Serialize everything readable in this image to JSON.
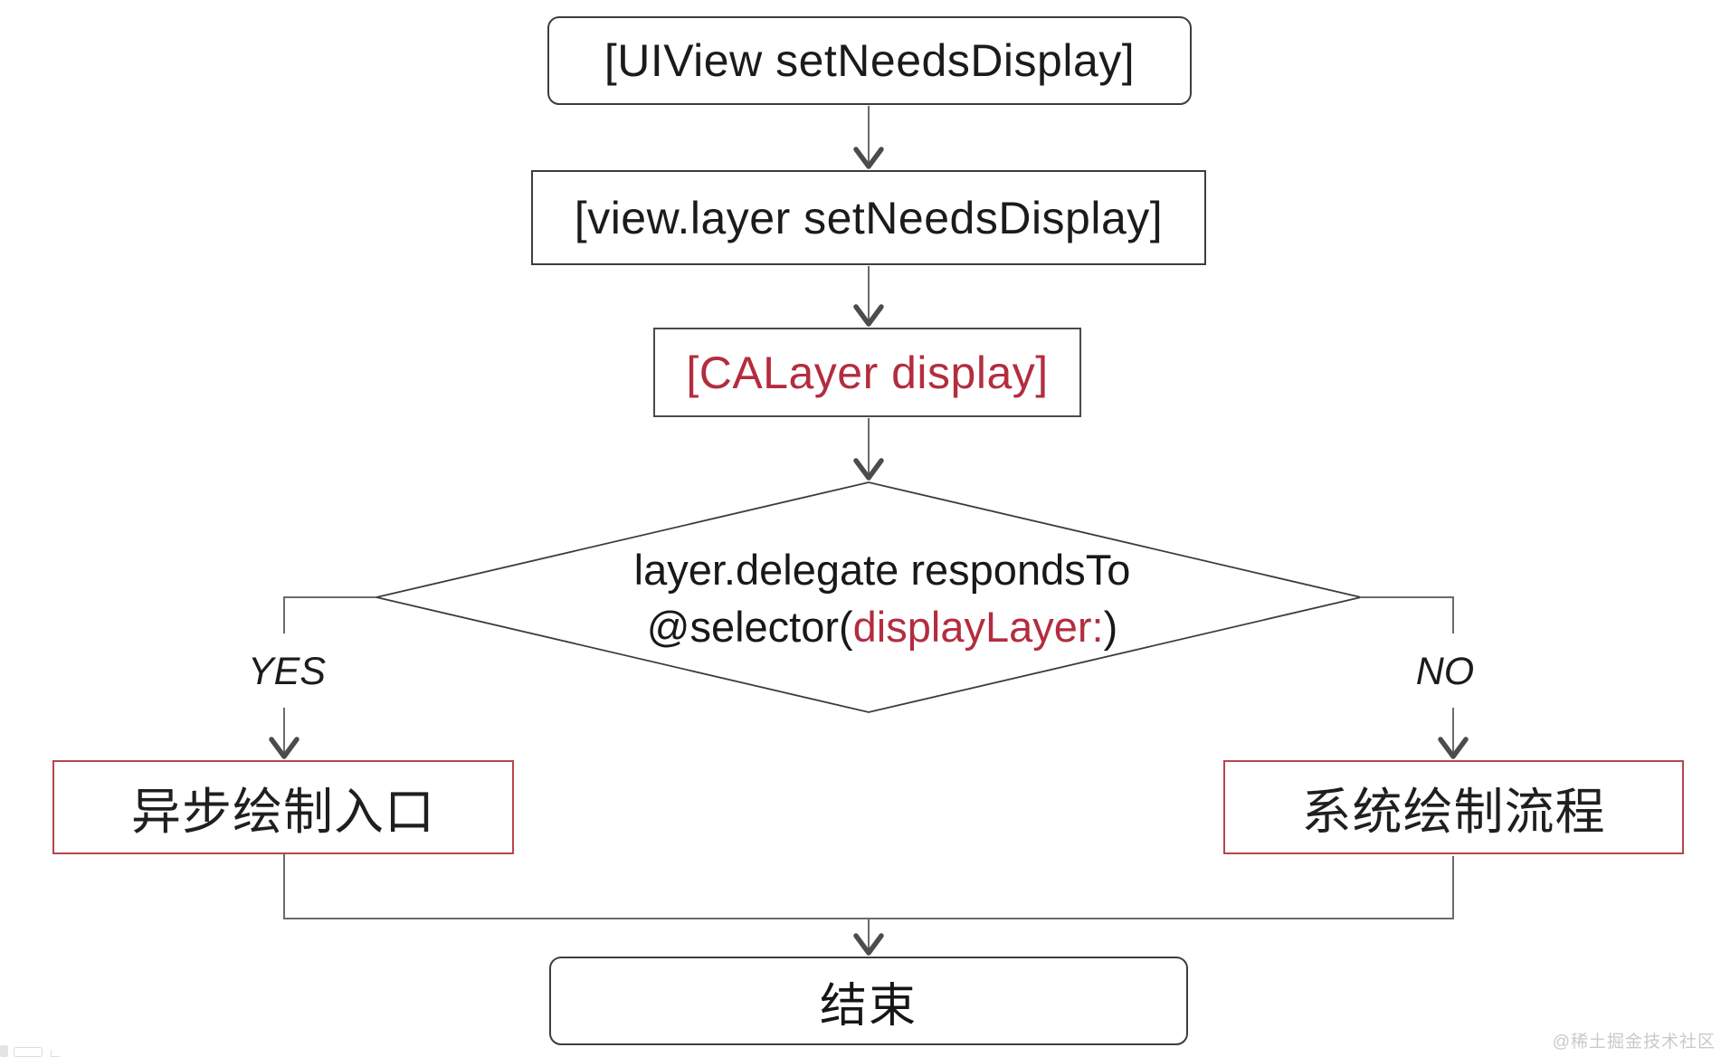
{
  "flowchart": {
    "node_uiview": {
      "label": "[UIView setNeedsDisplay]"
    },
    "node_view_layer": {
      "label": "[view.layer setNeedsDisplay]"
    },
    "node_calayer": {
      "label": "[CALayer display]"
    },
    "decision": {
      "line1": "layer.delegate respondsTo",
      "line2_prefix": "@selector(",
      "line2_highlight": "displayLayer:",
      "line2_suffix": ")"
    },
    "labels": {
      "yes": "YES",
      "no": "NO"
    },
    "node_async_draw": {
      "label": "异步绘制入口"
    },
    "node_system_draw": {
      "label": "系统绘制流程"
    },
    "node_end": {
      "label": "结束"
    }
  },
  "watermark": {
    "text": "@稀土掘金技术社区"
  },
  "colors": {
    "accent_red_text": "#b32d3f",
    "red_box_border": "#b7454e",
    "box_border_gray": "#3d3d3d",
    "connector_gray": "#6b6b6b",
    "arrowhead_gray": "#4c4c4c",
    "watermark_gray": "#c9c9c9"
  }
}
